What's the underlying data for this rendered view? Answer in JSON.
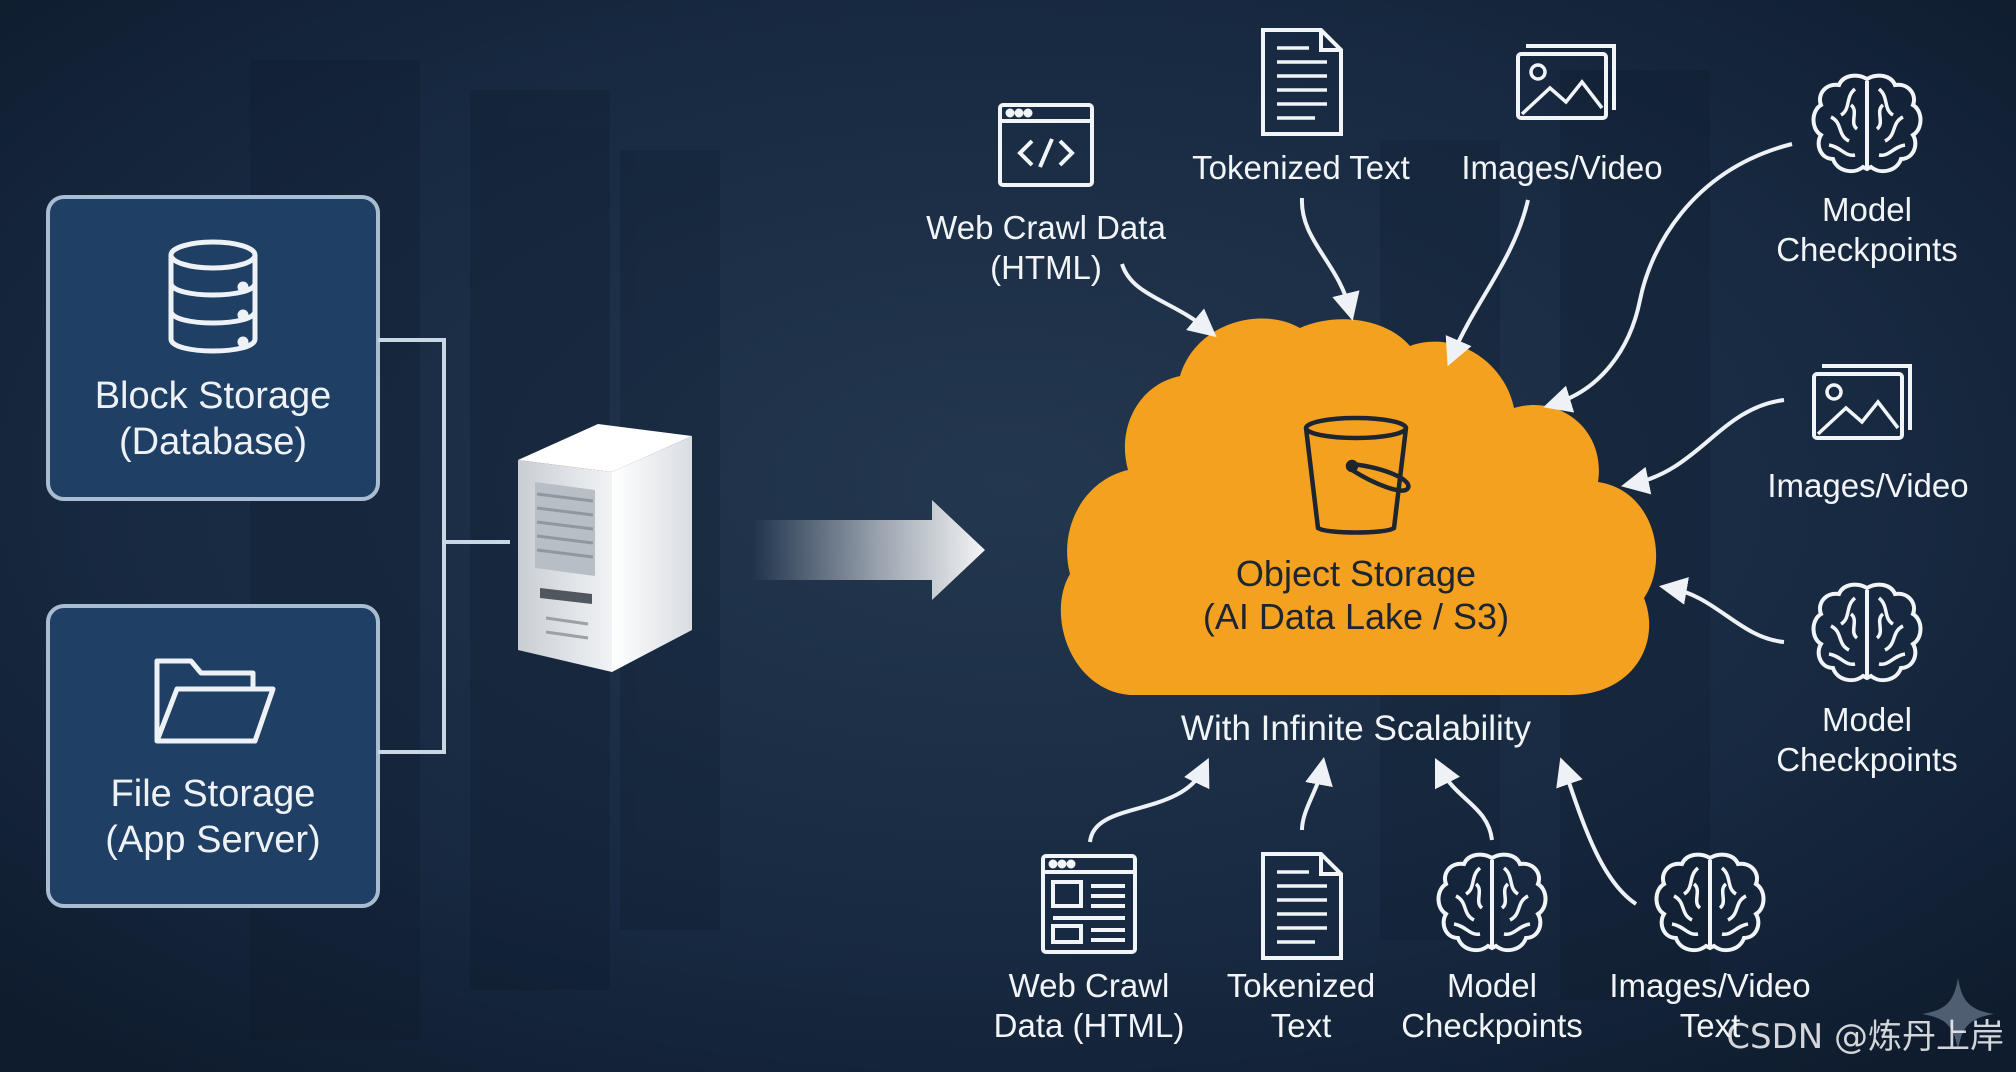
{
  "block_storage": {
    "line1": "Block Storage",
    "line2": "(Database)"
  },
  "file_storage": {
    "line1": "File Storage",
    "line2": "(App Server)"
  },
  "object_storage": {
    "line1": "Object Storage",
    "line2": "(AI Data Lake / S3)"
  },
  "scalability_caption": "With Infinite Scalability",
  "sources": {
    "top_web_crawl": {
      "line1": "Web Crawl Data",
      "line2": "(HTML)",
      "icon": "code-window-icon"
    },
    "top_tokenized": {
      "line1": "Tokenized Text",
      "icon": "document-icon"
    },
    "top_images": {
      "line1": "Images/Video",
      "icon": "image-stack-icon"
    },
    "right_model_1": {
      "line1": "Model",
      "line2": "Checkpoints",
      "icon": "brain-icon"
    },
    "right_images": {
      "line1": "Images/Video",
      "icon": "image-stack-icon"
    },
    "right_model_2": {
      "line1": "Model",
      "line2": "Checkpoints",
      "icon": "brain-icon"
    },
    "bottom_web_crawl": {
      "line1": "Web Crawl",
      "line2": "Data (HTML)",
      "icon": "web-layout-icon"
    },
    "bottom_tokenized": {
      "line1": "Tokenized",
      "line2": "Text",
      "icon": "document-icon"
    },
    "bottom_model": {
      "line1": "Model",
      "line2": "Checkpoints",
      "icon": "brain-icon"
    },
    "bottom_images": {
      "line1": "Images/Video",
      "line2": "Text",
      "icon": "brain-icon"
    }
  },
  "watermark": "CSDN @炼丹上岸",
  "colors": {
    "background": "#15263d",
    "box_fill": "#1f3f64",
    "box_border": "#a9bdd2",
    "cloud": "#f4a11f",
    "text": "#f2f5f8",
    "connector": "#c9d6e3"
  }
}
